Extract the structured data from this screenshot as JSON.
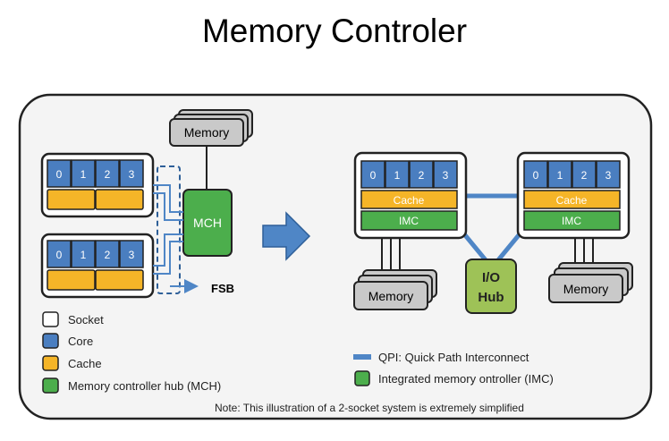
{
  "title": "Memory Controler",
  "colors": {
    "socket_fill": "#ffffff",
    "core": "#4a7ec0",
    "cache": "#f5b528",
    "mch": "#4cae4c",
    "imc": "#4cae4c",
    "hub": "#9ec257",
    "memory": "#c9c9c9",
    "qpi": "#4f86c6",
    "panel": "#f4f4f4"
  },
  "legacy": {
    "memory_label": "Memory",
    "mch_label": "MCH",
    "fsb_label": "FSB",
    "cores": [
      "0",
      "1",
      "2",
      "3"
    ]
  },
  "modern": {
    "cores": [
      "0",
      "1",
      "2",
      "3"
    ],
    "cache_label": "Cache",
    "imc_label": "IMC",
    "hub_label_line1": "I/O",
    "hub_label_line2": "Hub",
    "memory_label": "Memory"
  },
  "legend_left": [
    {
      "label": "Socket",
      "color": "#ffffff"
    },
    {
      "label": "Core",
      "color": "#4a7ec0"
    },
    {
      "label": "Cache",
      "color": "#f5b528"
    },
    {
      "label": "Memory controller hub (MCH)",
      "color": "#4cae4c"
    }
  ],
  "legend_right": {
    "qpi_label": "QPI: Quick Path Interconnect",
    "imc_label": "Integrated memory ontroller (IMC)"
  },
  "note": "Note: This illustration of a 2-socket system is extremely simplified"
}
